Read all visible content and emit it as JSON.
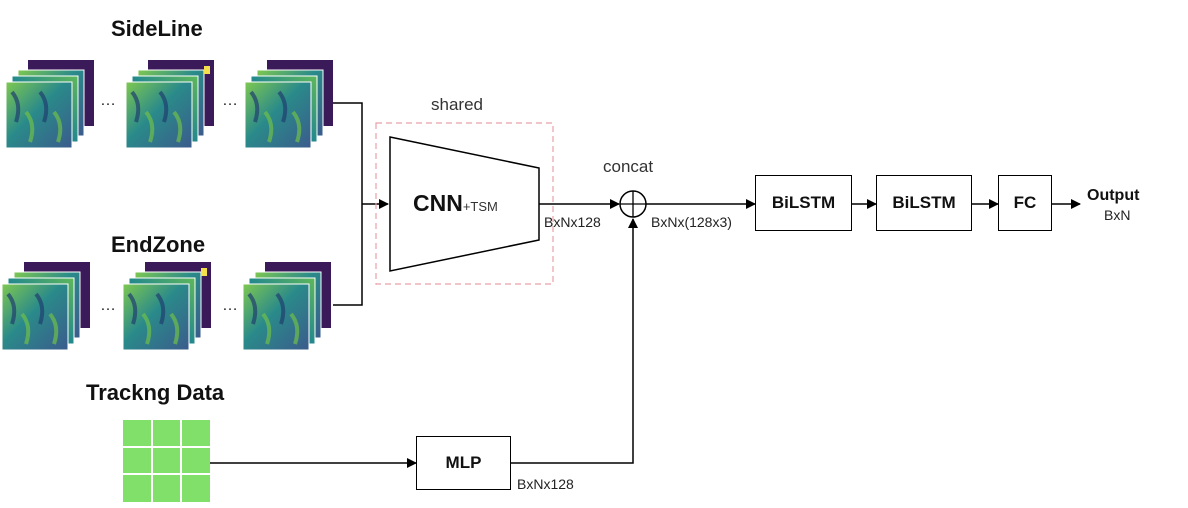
{
  "groups": {
    "sideline": {
      "title": "SideLine",
      "dots": "…"
    },
    "endzone": {
      "title": "EndZone",
      "dots": "…"
    },
    "tracking": {
      "title": "Trackng Data"
    }
  },
  "shared_label": "shared",
  "cnn": {
    "main": "CNN",
    "sub": "+TSM"
  },
  "concat_label": "concat",
  "dims": {
    "cnn_out": "BxNx128",
    "concat_out": "BxNx(128x3)",
    "mlp_out": "BxNx128"
  },
  "blocks": {
    "mlp": "MLP",
    "bilstm1": "BiLSTM",
    "bilstm2": "BiLSTM",
    "fc": "FC"
  },
  "output": {
    "title": "Output",
    "shape": "BxN"
  },
  "colors": {
    "frame_back": "#3b1a5a",
    "frame_teal": "#2a8a8a",
    "frame_green": "#6fbf4a",
    "frame_yellow": "#f4e04d",
    "dashed_border": "#e8a0a8",
    "tracking_green": "#80e06a"
  }
}
